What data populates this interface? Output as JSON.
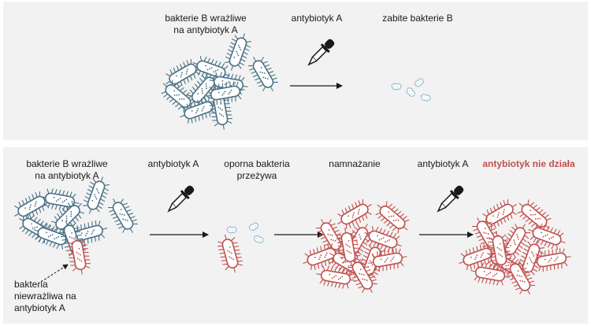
{
  "top": {
    "label_sensitive_line1": "bakterie B wrażliwe",
    "label_sensitive_line2": "na antybiotyk A",
    "label_antibiotic": "antybiotyk A",
    "label_killed": "zabite bakterie B"
  },
  "bottom": {
    "label_sensitive_line1": "bakterie B wrażliwe",
    "label_sensitive_line2": "na antybiotyk A",
    "label_antibiotic_1": "antybiotyk A",
    "label_survives_line1": "oporna bakteria",
    "label_survives_line2": "przeżywa",
    "label_multiply": "namnażanie",
    "label_antibiotic_2": "antybiotyk A",
    "label_fails": "antybiotyk nie działa",
    "label_resistant_line1": "bakteria",
    "label_resistant_line2": "niewrażliwa na",
    "label_resistant_line3": "antybiotyk A"
  },
  "colors": {
    "sensitive": "#4a7186",
    "resistant": "#c0504d",
    "dead": "#9fc3d3",
    "panel": "#f2f2f2",
    "arrow": "#1a1a1a"
  },
  "icons": [
    "dropper-icon",
    "arrow-right-icon",
    "bacterium-icon"
  ]
}
